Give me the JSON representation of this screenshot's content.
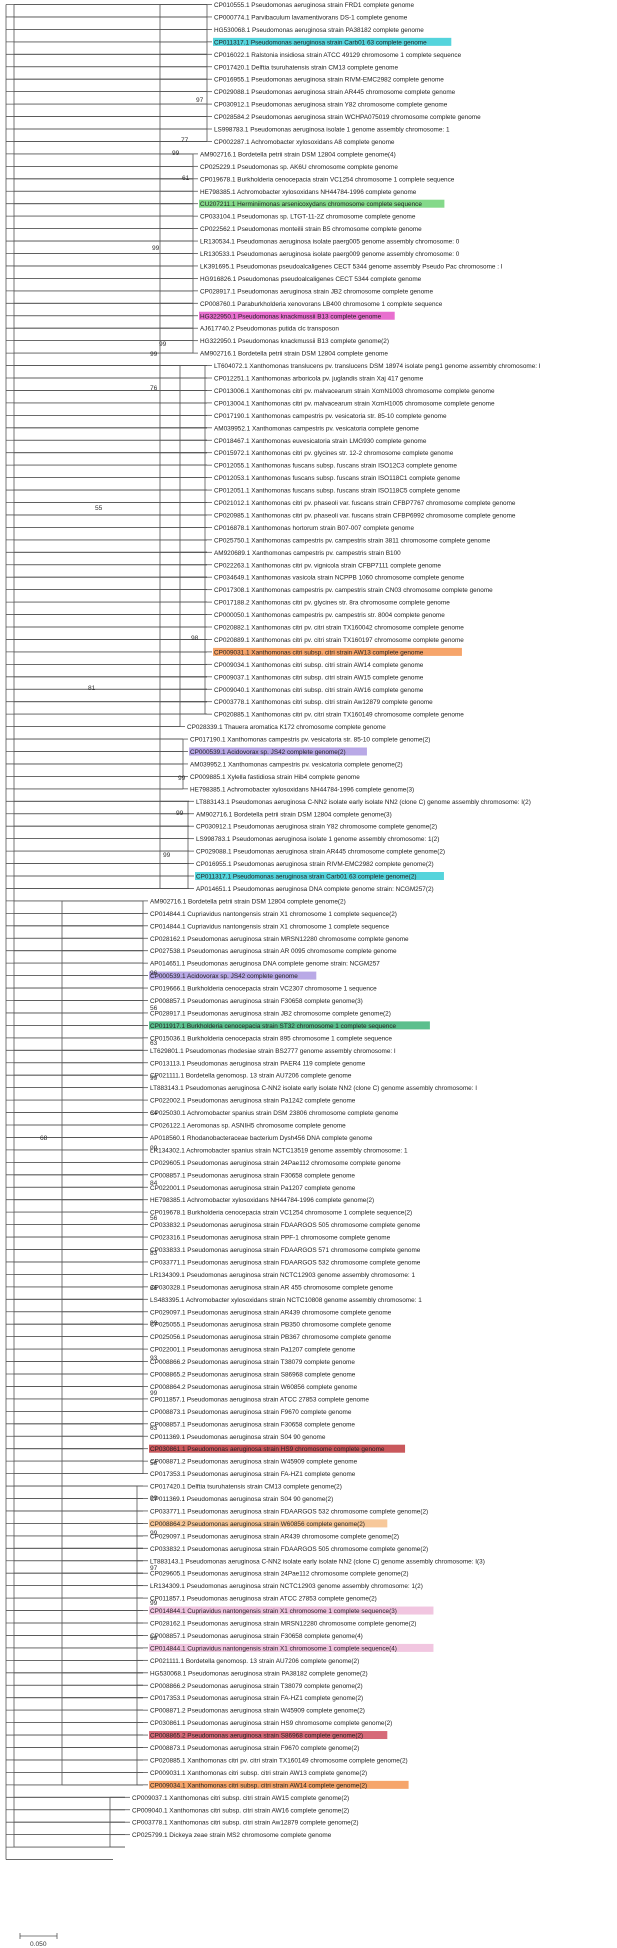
{
  "scale_bar_label": "0.050",
  "highlight_colors": {
    "cyan": "#55d4dc",
    "green": "#84d98a",
    "pink": "#e86fcf",
    "orange": "#f6a56b",
    "lavender": "#b9a9e6",
    "teal": "#5bbf8d",
    "red": "#c9585c",
    "peach": "#f7c89a",
    "lightpink": "#f1c6e0",
    "rose": "#d66a78"
  },
  "bootstrap_labels": [
    "97",
    "77",
    "99",
    "61",
    "99",
    "99",
    "99",
    "76",
    "55",
    "98",
    "81",
    "99",
    "99",
    "99",
    "68",
    "96",
    "56",
    "63",
    "99",
    "64",
    "99",
    "84",
    "56",
    "83",
    "86",
    "99",
    "93",
    "99",
    "63",
    "56",
    "99",
    "99",
    "97",
    "99",
    "99"
  ],
  "leaves": [
    "CP010555.1 Pseudomonas aeruginosa strain FRD1 complete genome",
    "CP000774.1 Parvibaculum lavamentivorans DS-1 complete genome",
    "HG530068.1 Pseudomonas aeruginosa strain PA38182 complete genome",
    "CP011317.1 Pseudomonas aeruginosa strain Carb01 63 complete genome",
    "CP016022.1 Ralstonia insidiosa strain ATCC 49129 chromosome 1 complete sequence",
    "CP017420.1 Delftia tsuruhatensis strain CM13 complete genome",
    "CP016955.1 Pseudomonas aeruginosa strain RIVM-EMC2982 complete genome",
    "CP029088.1 Pseudomonas aeruginosa strain AR445 chromosome complete genome",
    "CP030912.1 Pseudomonas aeruginosa strain Y82 chromosome complete genome",
    "CP028584.2 Pseudomonas aeruginosa strain WCHPA075019 chromosome complete genome",
    "LS998783.1 Pseudomonas aeruginosa isolate 1 genome assembly chromosome: 1",
    "CP002287.1 Achromobacter xylosoxidans A8 complete genome",
    "AM902716.1 Bordetella petrii strain DSM 12804 complete genome(4)",
    "CP025229.1 Pseudomonas sp. AK6U chromosome complete genome",
    "CP019678.1 Burkholderia cenocepacia strain VC1254 chromosome 1 complete sequence",
    "HE798385.1 Achromobacter xylosoxidans NH44784-1996 complete genome",
    "CU207211.1 Herminiimonas arsenicoxydans chromosome complete sequence",
    "CP033104.1 Pseudomonas sp. LTGT-11-2Z chromosome complete genome",
    "CP022562.1 Pseudomonas monteilii strain B5 chromosome complete genome",
    "LR130534.1 Pseudomonas aeruginosa isolate paerg005 genome assembly chromosome: 0",
    "LR130533.1 Pseudomonas aeruginosa isolate paerg009 genome assembly chromosome: 0",
    "LK391695.1 Pseudomonas pseudoalcaligenes CECT 5344 genome assembly Pseudo Pac chromosome : I",
    "HG916826.1 Pseudomonas pseudoalcaligenes CECT 5344 complete genome",
    "CP028917.1 Pseudomonas aeruginosa strain JB2 chromosome complete genome",
    "CP008760.1 Paraburkholderia xenovorans LB400 chromosome 1 complete sequence",
    "HG322950.1 Pseudomonas knackmussii B13 complete genome",
    "AJ617740.2 Pseudomonas putida clc transposon",
    "HG322950.1 Pseudomonas knackmussii B13 complete genome(2)",
    "AM902716.1 Bordetella petrii strain DSM 12804 complete genome",
    "LT604072.1 Xanthomonas translucens pv. translucens DSM 18974 isolate peng1 genome assembly chromosome: I",
    "CP012251.1 Xanthomonas arboricola pv. juglandis strain Xaj 417 genome",
    "CP013006.1 Xanthomonas citri pv. malvacearum strain XcmN1003 chromosome complete genome",
    "CP013004.1 Xanthomonas citri pv. malvacearum strain XcmH1005 chromosome complete genome",
    "CP017190.1 Xanthomonas campestris pv. vesicatoria str. 85-10 complete genome",
    "AM039952.1 Xanthomonas campestris pv. vesicatoria complete genome",
    "CP018467.1 Xanthomonas euvesicatoria strain LMG930 complete genome",
    "CP015972.1 Xanthomonas citri pv. glycines str. 12-2 chromosome complete genome",
    "CP012055.1 Xanthomonas fuscans subsp. fuscans strain ISO12C3 complete genome",
    "CP012053.1 Xanthomonas fuscans subsp. fuscans strain ISO118C1 complete genome",
    "CP012051.1 Xanthomonas fuscans subsp. fuscans strain ISO118C5 complete genome",
    "CP021012.1 Xanthomonas citri pv. phaseoli var. fuscans strain CFBP7767 chromosome complete genome",
    "CP020985.1 Xanthomonas citri pv. phaseoli var. fuscans strain CFBP6992 chromosome complete genome",
    "CP016878.1 Xanthomonas hortorum strain B07-007 complete genome",
    "CP025750.1 Xanthomonas campestris pv. campestris strain 3811 chromosome complete genome",
    "AM920689.1 Xanthomonas campestris pv. campestris strain B100",
    "CP022263.1 Xanthomonas citri pv. vignicola strain CFBP7111 complete genome",
    "CP034649.1 Xanthomonas vasicola strain NCPPB 1060 chromosome complete genome",
    "CP017308.1 Xanthomonas campestris pv. campestris strain CN03 chromosome complete genome",
    "CP017188.2 Xanthomonas citri pv. glycines str. 8ra chromosome complete genome",
    "CP000050.1 Xanthomonas campestris pv. campestris str. 8004 complete genome",
    "CP020882.1 Xanthomonas citri pv. citri strain TX160042 chromosome complete genome",
    "CP020889.1 Xanthomonas citri pv. citri strain TX160197 chromosome complete genome",
    "CP009031.1 Xanthomonas citri subsp. citri strain AW13 complete genome",
    "CP009034.1 Xanthomonas citri subsp. citri strain AW14 complete genome",
    "CP009037.1 Xanthomonas citri subsp. citri strain AW15 complete genome",
    "CP009040.1 Xanthomonas citri subsp. citri strain AW16 complete genome",
    "CP003778.1 Xanthomonas citri subsp. citri strain Aw12879 complete genome",
    "CP020885.1 Xanthomonas citri pv. citri strain TX160149 chromosome complete genome",
    "CP028339.1 Thauera aromatica K172 chromosome complete genome",
    "CP017190.1 Xanthomonas campestris pv. vesicatoria str. 85-10 complete genome(2)",
    "CP000539.1 Acidovorax sp. JS42 complete genome(2)",
    "AM039952.1 Xanthomonas campestris pv. vesicatoria complete genome(2)",
    "CP009885.1 Xylella fastidiosa strain Hib4 complete genome",
    "HE798385.1 Achromobacter xylosoxidans NH44784-1996 complete genome(3)",
    "LT883143.1 Pseudomonas aeruginosa C-NN2 isolate early isolate NN2 (clone C) genome assembly chromosome: I(2)",
    "AM902716.1 Bordetella petrii strain DSM 12804 complete genome(3)",
    "CP030912.1 Pseudomonas aeruginosa strain Y82 chromosome complete genome(2)",
    "LS998783.1 Pseudomonas aeruginosa isolate 1 genome assembly chromosome: 1(2)",
    "CP029088.1 Pseudomonas aeruginosa strain AR445 chromosome complete genome(2)",
    "CP016955.1 Pseudomonas aeruginosa strain RIVM-EMC2982 complete genome(2)",
    "CP011317.1 Pseudomonas aeruginosa strain Carb01 63 complete genome(2)",
    "AP014651.1 Pseudomonas aeruginosa DNA complete genome strain: NCGM257(2)",
    "AM902716.1 Bordetella petrii strain DSM 12804 complete genome(2)",
    "CP014844.1 Cupriavidus nantongensis strain X1 chromosome 1 complete sequence(2)",
    "CP014844.1 Cupriavidus nantongensis strain X1 chromosome 1 complete sequence",
    "CP028162.1 Pseudomonas aeruginosa strain MRSN12280 chromosome complete genome",
    "CP027538.1 Pseudomonas aeruginosa strain AR 0095 chromosome complete genome",
    "AP014651.1 Pseudomonas aeruginosa DNA complete genome strain: NCGM257",
    "CP000539.1 Acidovorax sp. JS42 complete genome",
    "CP019666.1 Burkholderia cenocepacia strain VC2307 chromosome 1 sequence",
    "CP008857.1 Pseudomonas aeruginosa strain F30658 complete genome(3)",
    "CP028917.1 Pseudomonas aeruginosa strain JB2 chromosome complete genome(2)",
    "CP011917.1 Burkholderia cenocepacia strain ST32 chromosome 1 complete sequence",
    "CP015036.1 Burkholderia cenocepacia strain 895 chromosome 1 complete sequence",
    "LT629801.1 Pseudomonas rhodesiae strain BS2777 genome assembly chromosome: I",
    "CP013113.1 Pseudomonas aeruginosa strain PAER4 119 complete genome",
    "CP021111.1 Bordetella genomosp. 13 strain AU7206 complete genome",
    "LT883143.1 Pseudomonas aeruginosa C-NN2 isolate early isolate NN2 (clone C) genome assembly chromosome: I",
    "CP022002.1 Pseudomonas aeruginosa strain Pa1242 complete genome",
    "CP025030.1 Achromobacter spanius strain DSM 23806 chromosome complete genome",
    "CP026122.1 Aeromonas sp. ASNIH5 chromosome complete genome",
    "AP018560.1 Rhodanobacteraceae bacterium Dysh456 DNA complete genome",
    "LR134302.1 Achromobacter spanius strain NCTC13519 genome assembly chromosome: 1",
    "CP029605.1 Pseudomonas aeruginosa strain 24Pae112 chromosome complete genome",
    "CP008857.1 Pseudomonas aeruginosa strain F30658 complete genome",
    "CP022001.1 Pseudomonas aeruginosa strain Pa1207 complete genome",
    "HE798385.1 Achromobacter xylosoxidans NH44784-1996 complete genome(2)",
    "CP019678.1 Burkholderia cenocepacia strain VC1254 chromosome 1 complete sequence(2)",
    "CP033832.1 Pseudomonas aeruginosa strain FDAARGOS 505 chromosome complete genome",
    "CP023316.1 Pseudomonas aeruginosa strain PPF-1 chromosome complete genome",
    "CP033833.1 Pseudomonas aeruginosa strain FDAARGOS 571 chromosome complete genome",
    "CP033771.1 Pseudomonas aeruginosa strain FDAARGOS 532 chromosome complete genome",
    "LR134309.1 Pseudomonas aeruginosa strain NCTC12903 genome assembly chromosome: 1",
    "CP030328.1 Pseudomonas aeruginosa strain AR 455 chromosome complete genome",
    "LS483395.1 Achromobacter xylosoxidans strain NCTC10808 genome assembly chromosome: 1",
    "CP029097.1 Pseudomonas aeruginosa strain AR439 chromosome complete genome",
    "CP025055.1 Pseudomonas aeruginosa strain PB350 chromosome complete genome",
    "CP025056.1 Pseudomonas aeruginosa strain PB367 chromosome complete genome",
    "CP022001.1 Pseudomonas aeruginosa strain Pa1207 complete genome",
    "CP008866.2 Pseudomonas aeruginosa strain T38079 complete genome",
    "CP008865.2 Pseudomonas aeruginosa strain S86968 complete genome",
    "CP008864.2 Pseudomonas aeruginosa strain W60856 complete genome",
    "CP011857.1 Pseudomonas aeruginosa strain ATCC 27853 complete genome",
    "CP008873.1 Pseudomonas aeruginosa strain F9670 complete genome",
    "CP008857.1 Pseudomonas aeruginosa strain F30658 complete genome",
    "CP011369.1 Pseudomonas aeruginosa strain S04 90 genome",
    "CP030861.1 Pseudomonas aeruginosa strain HS9 chromosome complete genome",
    "CP008871.2 Pseudomonas aeruginosa strain W45909 complete genome",
    "CP017353.1 Pseudomonas aeruginosa strain FA-HZ1 complete genome",
    "CP017420.1 Delftia tsuruhatensis strain CM13 complete genome(2)",
    "CP011369.1 Pseudomonas aeruginosa strain S04 90 genome(2)",
    "CP033771.1 Pseudomonas aeruginosa strain FDAARGOS 532 chromosome complete genome(2)",
    "CP008864.2 Pseudomonas aeruginosa strain W60856 complete genome(2)",
    "CP029097.1 Pseudomonas aeruginosa strain AR439 chromosome complete genome(2)",
    "CP033832.1 Pseudomonas aeruginosa strain FDAARGOS 505 chromosome complete genome(2)",
    "LT883143.1 Pseudomonas aeruginosa C-NN2 isolate early isolate NN2 (clone C) genome assembly chromosome: I(3)",
    "CP029605.1 Pseudomonas aeruginosa strain 24Pae112 chromosome complete genome(2)",
    "LR134309.1 Pseudomonas aeruginosa strain NCTC12903 genome assembly chromosome: 1(2)",
    "CP011857.1 Pseudomonas aeruginosa strain ATCC 27853 complete genome(2)",
    "CP014844.1 Cupriavidus nantongensis strain X1 chromosome 1 complete sequence(3)",
    "CP028162.1 Pseudomonas aeruginosa strain MRSN12280 chromosome complete genome(2)",
    "CP008857.1 Pseudomonas aeruginosa strain F30658 complete genome(4)",
    "CP014844.1 Cupriavidus nantongensis strain X1 chromosome 1 complete sequence(4)",
    "CP021111.1 Bordetella genomosp. 13 strain AU7206 complete genome(2)",
    "HG530068.1 Pseudomonas aeruginosa strain PA38182 complete genome(2)",
    "CP008866.2 Pseudomonas aeruginosa strain T38079 complete genome(2)",
    "CP017353.1 Pseudomonas aeruginosa strain FA-HZ1 complete genome(2)",
    "CP008871.2 Pseudomonas aeruginosa strain W45909 complete genome(2)",
    "CP030861.1 Pseudomonas aeruginosa strain HS9 chromosome complete genome(2)",
    "CP008865.2 Pseudomonas aeruginosa strain S86968 complete genome(2)",
    "CP008873.1 Pseudomonas aeruginosa strain F9670 complete genome(2)",
    "CP020885.1 Xanthomonas citri pv. citri strain TX160149 chromosome complete genome(2)",
    "CP009031.1 Xanthomonas citri subsp. citri strain AW13 complete genome(2)",
    "CP009034.1 Xanthomonas citri subsp. citri strain AW14 complete genome(2)",
    "CP009037.1 Xanthomonas citri subsp. citri strain AW15 complete genome(2)",
    "CP009040.1 Xanthomonas citri subsp. citri strain AW16 complete genome(2)",
    "CP003778.1 Xanthomonas citri subsp. citri strain Aw12879 complete genome(2)",
    "CP025799.1 Dickeya zeae strain MS2 chromosome complete genome"
  ],
  "highlighted_leaves": [
    {
      "index": 3,
      "color": "cyan"
    },
    {
      "index": 16,
      "color": "green"
    },
    {
      "index": 25,
      "color": "pink"
    },
    {
      "index": 52,
      "color": "orange"
    },
    {
      "index": 60,
      "color": "lavender"
    },
    {
      "index": 70,
      "color": "cyan"
    },
    {
      "index": 78,
      "color": "lavender"
    },
    {
      "index": 82,
      "color": "teal"
    },
    {
      "index": 116,
      "color": "red"
    },
    {
      "index": 122,
      "color": "peach"
    },
    {
      "index": 129,
      "color": "lightpink"
    },
    {
      "index": 132,
      "color": "lightpink"
    },
    {
      "index": 139,
      "color": "rose"
    },
    {
      "index": 143,
      "color": "orange"
    }
  ]
}
